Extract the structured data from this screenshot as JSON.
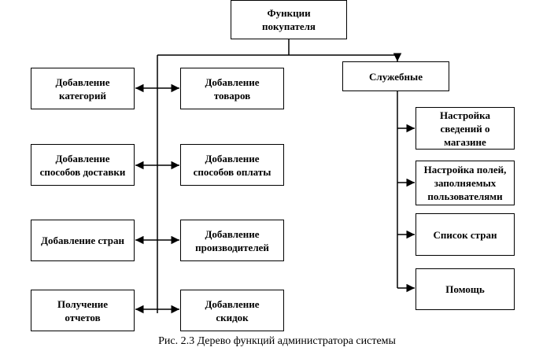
{
  "diagram": {
    "type": "function-tree",
    "root": "Функции\nпокупателя",
    "boxes": {
      "add_categories": "Добавление\nкатегорий",
      "add_goods": "Добавление\nтоваров",
      "add_delivery": "Добавление\nспособов доставки",
      "add_payment": "Добавление\nспособов оплаты",
      "add_countries": "Добавление стран",
      "add_manufacturers": "Добавление\nпроизводителей",
      "get_reports": "Получение\nотчетов",
      "add_discounts": "Добавление\nскидок",
      "service": "Служебные",
      "shop_settings": "Настройка\nсведений о\nмагазине",
      "fields_settings": "Настройка полей,\nзаполняемых\nпользователями",
      "country_list": "Список стран",
      "help": "Помощь"
    }
  },
  "caption": "Рис. 2.3 Дерево функций администратора системы"
}
